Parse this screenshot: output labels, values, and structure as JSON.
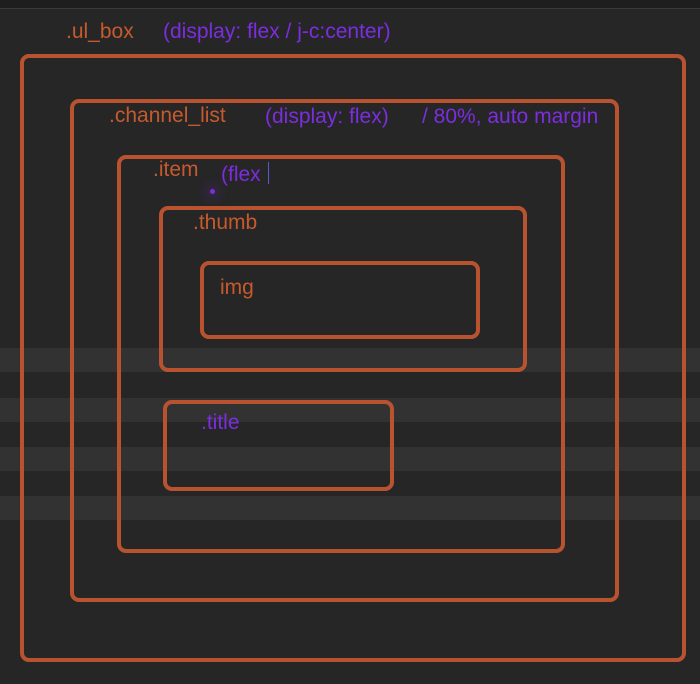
{
  "colors": {
    "box_stroke": "#b9532f",
    "class_label": "#c75a2c",
    "annotation": "#7c2de0",
    "background": "#262626"
  },
  "ul_box": {
    "label": ".ul_box",
    "note": "(display: flex / j-c:center)"
  },
  "channel_list": {
    "label": ".channel_list",
    "note": "(display: flex)",
    "note2": "/ 80%, auto margin"
  },
  "item": {
    "label": ".item",
    "note": "(flex"
  },
  "thumb": {
    "label": ".thumb"
  },
  "img": {
    "label": "img"
  },
  "title": {
    "label": ".title"
  }
}
